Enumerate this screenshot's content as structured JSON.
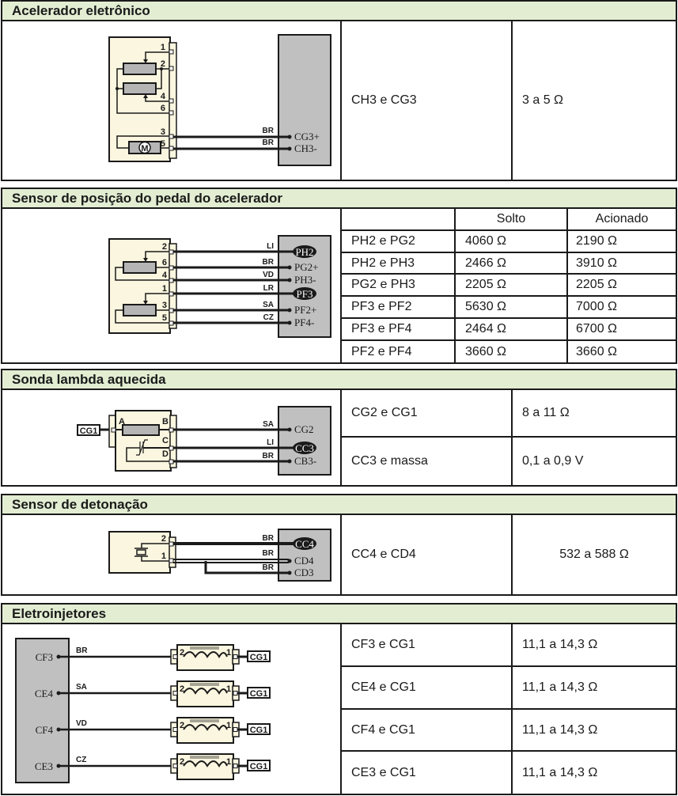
{
  "colors": {
    "header_bg": "#e2edd2",
    "component_bg": "#fbf6df",
    "ecu_bg": "#c0c0c0",
    "line": "#1a1a1a"
  },
  "sections": {
    "acelerador": {
      "title": "Acelerador eletrônico",
      "pins": [
        "1",
        "2",
        "4",
        "6",
        "3",
        "5"
      ],
      "motor_label": "M",
      "wires": [
        {
          "color": "BR",
          "terminal": "CG3+"
        },
        {
          "color": "BR",
          "terminal": "CH3-"
        }
      ],
      "rows": [
        {
          "pair": "CH3 e CG3",
          "value": "3 a 5 Ω"
        }
      ]
    },
    "pedal": {
      "title": "Sensor de posição do pedal do acelerador",
      "pins": [
        "2",
        "6",
        "4",
        "1",
        "3",
        "5"
      ],
      "wires": [
        {
          "color": "LI",
          "terminal": "PH2",
          "highlight": true
        },
        {
          "color": "BR",
          "terminal": "PG2+",
          "highlight": false
        },
        {
          "color": "VD",
          "terminal": "PH3-",
          "highlight": false
        },
        {
          "color": "LR",
          "terminal": "PF3",
          "highlight": true
        },
        {
          "color": "SA",
          "terminal": "PF2+",
          "highlight": false
        },
        {
          "color": "CZ",
          "terminal": "PF4-",
          "highlight": false
        }
      ],
      "columns": [
        "",
        "Solto",
        "Acionado"
      ],
      "rows": [
        {
          "pair": "PH2 e PG2",
          "solto": "4060 Ω",
          "acionado": "2190 Ω"
        },
        {
          "pair": "PH2 e PH3",
          "solto": "2466 Ω",
          "acionado": "3910 Ω"
        },
        {
          "pair": "PG2 e PH3",
          "solto": "2205 Ω",
          "acionado": "2205 Ω"
        },
        {
          "pair": "PF3 e PF2",
          "solto": "5630 Ω",
          "acionado": "7000 Ω"
        },
        {
          "pair": "PF3 e PF4",
          "solto": "2464 Ω",
          "acionado": "6700 Ω"
        },
        {
          "pair": "PF2 e PF4",
          "solto": "3660 Ω",
          "acionado": "3660 Ω"
        }
      ]
    },
    "lambda": {
      "title": "Sonda lambda aquecida",
      "input_tag": "CG1",
      "pins": [
        "A",
        "B",
        "C",
        "D"
      ],
      "wires": [
        {
          "color": "SA",
          "terminal": "CG2",
          "highlight": false
        },
        {
          "color": "LI",
          "terminal": "CC3",
          "highlight": true
        },
        {
          "color": "BR",
          "terminal": "CB3-",
          "highlight": false
        }
      ],
      "rows": [
        {
          "pair": "CG2 e CG1",
          "value": "8 a 11 Ω"
        },
        {
          "pair": "CC3 e massa",
          "value": "0,1 a 0,9 V"
        }
      ]
    },
    "detonacao": {
      "title": "Sensor de detonação",
      "pins": [
        "2",
        "1"
      ],
      "wires": [
        {
          "color": "BR",
          "terminal": "CC4",
          "highlight": true
        },
        {
          "color": "BR",
          "terminal": "CD4",
          "highlight": false
        },
        {
          "color": "BR",
          "terminal": "CD3",
          "highlight": false
        }
      ],
      "rows": [
        {
          "pair": "CC4 e CD4",
          "value": "532 a 588 Ω"
        }
      ]
    },
    "injetores": {
      "title": "Eletroinjetores",
      "injectors": [
        {
          "terminal": "CF3",
          "color": "BR",
          "pin_in": "2",
          "pin_out": "1",
          "tag": "CG1"
        },
        {
          "terminal": "CE4",
          "color": "SA",
          "pin_in": "2",
          "pin_out": "1",
          "tag": "CG1"
        },
        {
          "terminal": "CF4",
          "color": "VD",
          "pin_in": "2",
          "pin_out": "1",
          "tag": "CG1"
        },
        {
          "terminal": "CE3",
          "color": "CZ",
          "pin_in": "2",
          "pin_out": "1",
          "tag": "CG1"
        }
      ],
      "rows": [
        {
          "pair": "CF3 e CG1",
          "value": "11,1 a 14,3 Ω"
        },
        {
          "pair": "CE4 e CG1",
          "value": "11,1 a 14,3 Ω"
        },
        {
          "pair": "CF4 e CG1",
          "value": "11,1 a 14,3 Ω"
        },
        {
          "pair": "CE3 e CG1",
          "value": "11,1 a 14,3 Ω"
        }
      ]
    }
  }
}
